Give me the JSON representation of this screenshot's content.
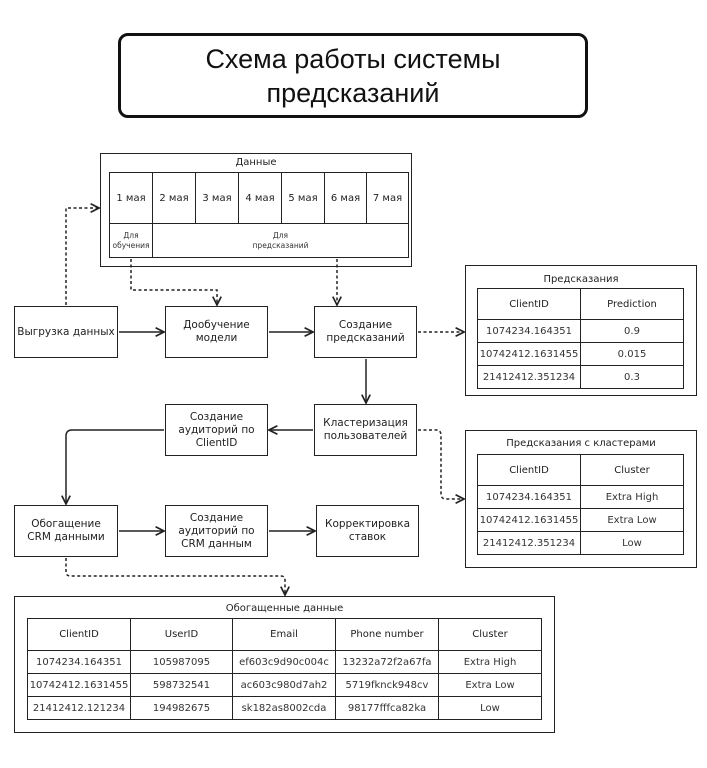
{
  "title": "Схема работы системы предсказаний",
  "data_frame": {
    "title": "Данные",
    "days": [
      "1 мая",
      "2 мая",
      "3 мая",
      "4 мая",
      "5 мая",
      "6 мая",
      "7 мая"
    ],
    "training_label": "Для обучения",
    "prediction_label": "Для предсказаний"
  },
  "nodes": {
    "export_data": "Выгрузка данных",
    "retrain_model": "Дообучение модели",
    "create_predictions": "Создание предсказаний",
    "cluster_users": "Кластеризация пользователей",
    "audiences_clientid": "Создание аудиторий по ClientID",
    "enrich_crm": "Обогащение CRM данными",
    "audiences_crm": "Создание аудиторий по CRM данным",
    "adjust_bids": "Корректировка ставок"
  },
  "predictions_table": {
    "title": "Предсказания",
    "columns": [
      "ClientID",
      "Prediction"
    ],
    "rows": [
      [
        "1074234.164351",
        "0.9"
      ],
      [
        "10742412.1631455",
        "0.015"
      ],
      [
        "21412412.351234",
        "0.3"
      ]
    ]
  },
  "clusters_table": {
    "title": "Предсказания с кластерами",
    "columns": [
      "ClientID",
      "Cluster"
    ],
    "rows": [
      [
        "1074234.164351",
        "Extra High"
      ],
      [
        "10742412.1631455",
        "Extra Low"
      ],
      [
        "21412412.351234",
        "Low"
      ]
    ]
  },
  "enriched_table": {
    "title": "Обогащенные данные",
    "columns": [
      "ClientID",
      "UserID",
      "Email",
      "Phone number",
      "Cluster"
    ],
    "rows": [
      [
        "1074234.164351",
        "105987095",
        "ef603c9d90c004c",
        "13232a72f2a67fa",
        "Extra High"
      ],
      [
        "10742412.1631455",
        "598732541",
        "ac603c980d7ah2",
        "5719fknck948cv",
        "Extra Low"
      ],
      [
        "21412412.121234",
        "194982675",
        "sk182as8002cda",
        "98177fffca82ka",
        "Low"
      ]
    ]
  }
}
